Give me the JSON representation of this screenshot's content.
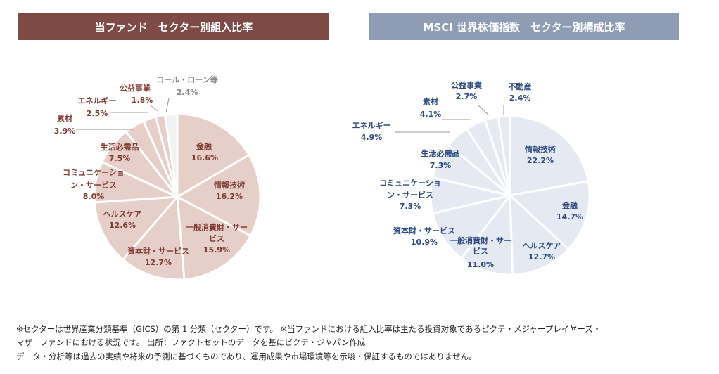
{
  "headers": {
    "fund": "当ファンド　セクター別組入比率",
    "msci": "MSCI 世界株価指数　セクター別構成比率"
  },
  "chart_data": [
    {
      "type": "pie",
      "title": "当ファンド　セクター別組入比率",
      "colors": {
        "fill": "#e6cfc9",
        "cash": "#f2f2f2",
        "stroke": "#ffffff",
        "label_inside": "#7e3c33",
        "label_outside": "#7e3c33",
        "leader": "#999999"
      },
      "slices": [
        {
          "label": "金融",
          "value": 16.6,
          "display": "16.6%"
        },
        {
          "label": "情報技術",
          "value": 16.2,
          "display": "16.2%"
        },
        {
          "label": "一般消費財・サービス",
          "value": 15.9,
          "display": "15.9%"
        },
        {
          "label": "資本財・サービス",
          "value": 12.7,
          "display": "12.7%"
        },
        {
          "label": "ヘルスケア",
          "value": 12.6,
          "display": "12.6%"
        },
        {
          "label": "コミュニケーション・サービス",
          "value": 8.0,
          "display": "8.0%"
        },
        {
          "label": "生活必需品",
          "value": 7.5,
          "display": "7.5%"
        },
        {
          "label": "素材",
          "value": 3.9,
          "display": "3.9%"
        },
        {
          "label": "エネルギー",
          "value": 2.5,
          "display": "2.5%"
        },
        {
          "label": "公益事業",
          "value": 1.8,
          "display": "1.8%"
        },
        {
          "label": "コール・ローン等",
          "value": 2.4,
          "display": "2.4%"
        }
      ]
    },
    {
      "type": "pie",
      "title": "MSCI 世界株価指数　セクター別構成比率",
      "colors": {
        "fill": "#e5e9f1",
        "stroke": "#ffffff",
        "label_inside": "#2e4a7e",
        "label_outside": "#2e4a7e",
        "leader": "#999999"
      },
      "slices": [
        {
          "label": "情報技術",
          "value": 22.2,
          "display": "22.2%"
        },
        {
          "label": "金融",
          "value": 14.7,
          "display": "14.7%"
        },
        {
          "label": "ヘルスケア",
          "value": 12.7,
          "display": "12.7%"
        },
        {
          "label": "一般消費財・サービス",
          "value": 11.0,
          "display": "11.0%"
        },
        {
          "label": "資本財・サービス",
          "value": 10.9,
          "display": "10.9%"
        },
        {
          "label": "コミュニケーション・サービス",
          "value": 7.3,
          "display": "7.3%"
        },
        {
          "label": "生活必需品",
          "value": 7.3,
          "display": "7.3%"
        },
        {
          "label": "エネルギー",
          "value": 4.9,
          "display": "4.9%"
        },
        {
          "label": "素材",
          "value": 4.1,
          "display": "4.1%"
        },
        {
          "label": "公益事業",
          "value": 2.7,
          "display": "2.7%"
        },
        {
          "label": "不動産",
          "value": 2.4,
          "display": "2.4%"
        }
      ]
    }
  ],
  "notes": [
    "※セクターは世界産業分類基準（GICS）の第 1 分類（セクター）です。 ※当ファンドにおける組入比率は主たる投資対象であるピクテ・メジャープレイヤーズ・",
    "マザーファンドにおける状況です。 出所：ファクトセットのデータを基にピクテ・ジャパン作成",
    "データ・分析等は過去の実績や将来の予測に基づくものであり、運用成果や市場環境等を示唆・保証するものではありません。"
  ]
}
